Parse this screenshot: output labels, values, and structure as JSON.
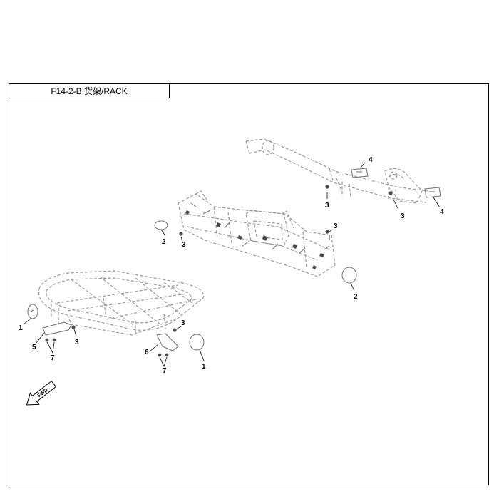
{
  "title": "F14-2-B 货架/RACK",
  "fwd_label": "FWD",
  "callouts": {
    "c1a": "1",
    "c1b": "1",
    "c2a": "2",
    "c2b": "2",
    "c3a": "3",
    "c3b": "3",
    "c3c": "3",
    "c3d": "3",
    "c3e": "3",
    "c3f": "3",
    "c4a": "4",
    "c4b": "4",
    "c5": "5",
    "c6": "6",
    "c7a": "7",
    "c7b": "7"
  }
}
